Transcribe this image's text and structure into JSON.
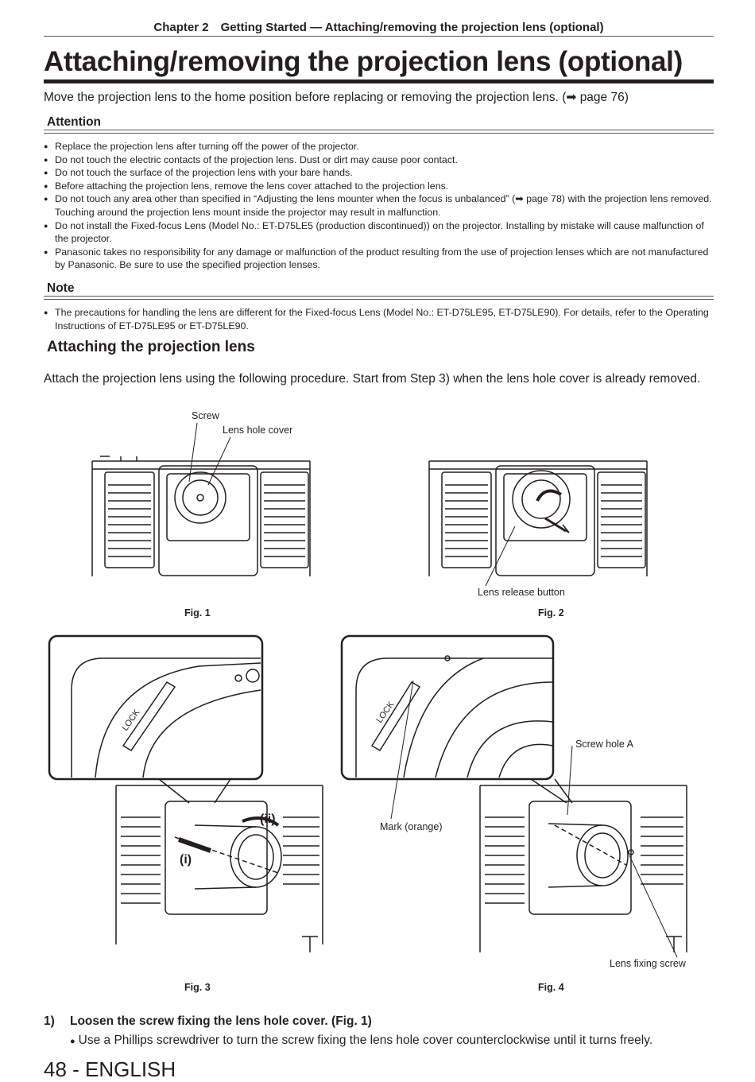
{
  "header": {
    "chapter": "Chapter 2 Getting Started — Attaching/removing the projection lens (optional)"
  },
  "title": "Attaching/removing the projection lens (optional)",
  "intro": "Move the projection lens to the home position before replacing or removing the projection lens. (➡ page 76)",
  "attention": {
    "heading": "Attention",
    "items": [
      "Replace the projection lens after turning off the power of the projector.",
      "Do not touch the electric contacts of the projection lens. Dust or dirt may cause poor contact.",
      "Do not touch the surface of the projection lens with your bare hands.",
      "Before attaching the projection lens, remove the lens cover attached to the projection lens.",
      "Do not touch any area other than specified in “Adjusting the lens mounter when the focus is unbalanced” (➡ page 78) with the projection lens removed. Touching around the projection lens mount inside the projector may result in malfunction.",
      "Do not install the Fixed-focus Lens (Model No.: ET-D75LE5 (production discontinued)) on the projector. Installing by mistake will cause malfunction of the projector.",
      "Panasonic takes no responsibility for any damage or malfunction of the product resulting from the use of projection lenses which are not manufactured by Panasonic. Be sure to use the specified projection lenses."
    ]
  },
  "note": {
    "heading": "Note",
    "items": [
      "The precautions for handling the lens are different for the Fixed-focus Lens (Model No.: ET-D75LE95, ET-D75LE90). For details, refer to the Operating Instructions of ET-D75LE95 or ET-D75LE90."
    ]
  },
  "section": {
    "heading": "Attaching the projection lens",
    "paragraph": "Attach the projection lens using the following procedure. Start from Step 3) when the lens hole cover is already removed."
  },
  "figures": {
    "fig1": {
      "caption": "Fig. 1",
      "labels": [
        "Screw",
        "Lens hole cover"
      ]
    },
    "fig2": {
      "caption": "Fig. 2",
      "labels": [
        "Lens release button"
      ]
    },
    "fig3": {
      "caption": "Fig. 3",
      "labels": [
        "(ii)",
        "(i)",
        "LOCK"
      ]
    },
    "fig4": {
      "caption": "Fig. 4",
      "labels": [
        "Screw hole A",
        "Mark (orange)",
        "Lens fixing screw",
        "LOCK"
      ]
    }
  },
  "steps": [
    {
      "number": "1)",
      "text": "Loosen the screw fixing the lens hole cover. (Fig. 1)",
      "sub": "Use a Phillips screwdriver to turn the screw fixing the lens hole cover counterclockwise until it turns freely."
    }
  ],
  "footer": "48 - ENGLISH"
}
